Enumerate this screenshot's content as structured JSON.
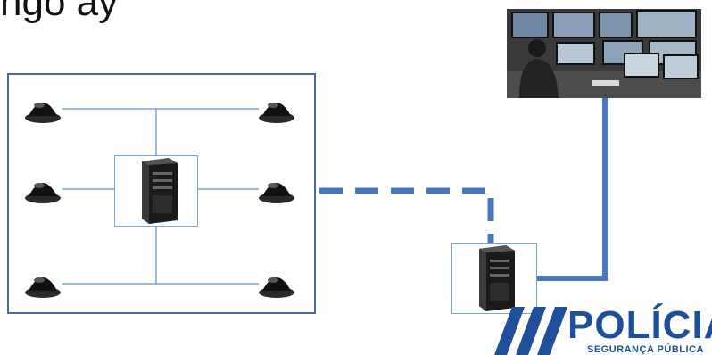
{
  "title_fragment": "ngo ay",
  "logo": {
    "name": "POLÍCIA",
    "subtitle": "SEGURANÇA PÚBLICA"
  },
  "colors": {
    "frame": "#4a6b99",
    "link": "#4a78c0",
    "thin_line": "#7fa3d0",
    "logo": "#1f4e9a"
  },
  "icons": [
    "dome-camera-icon",
    "tower-server-icon",
    "monitoring-room-photo"
  ]
}
